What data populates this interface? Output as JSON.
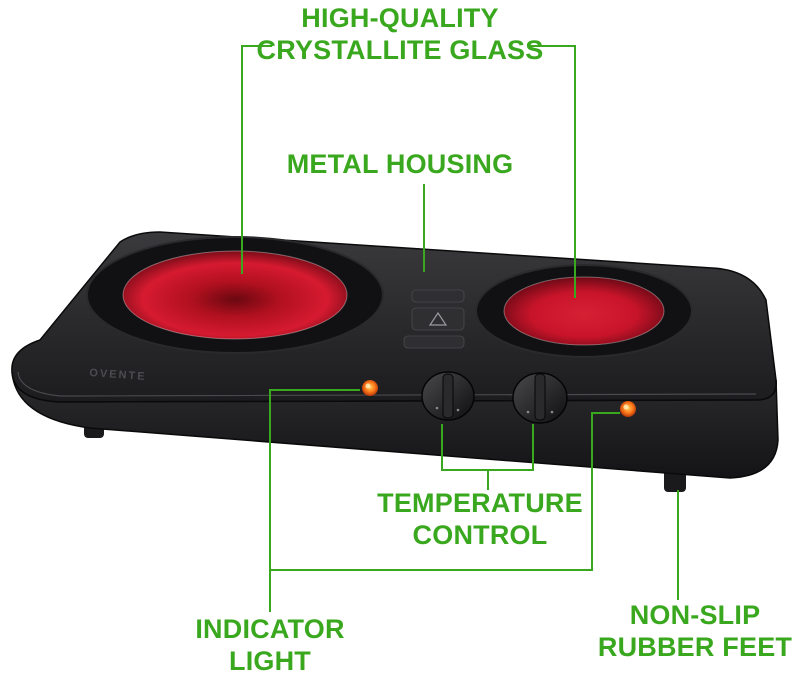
{
  "brand": {
    "logo_text": "OVENTE",
    "accent_color": "#3aa81e"
  },
  "callouts": {
    "glass": {
      "line1": "HIGH-QUALITY",
      "line2": "CRYSTALLITE GLASS"
    },
    "metal": {
      "line1": "METAL HOUSING"
    },
    "temperature": {
      "line1": "TEMPERATURE",
      "line2": "CONTROL"
    },
    "indicator": {
      "line1": "INDICATOR",
      "line2": "LIGHT"
    },
    "feet": {
      "line1": "NON-SLIP",
      "line2": "RUBBER FEET"
    }
  },
  "product": {
    "type": "double burner infrared cooktop",
    "body_color": "#1c1c1e",
    "burner_glow_color": "#c8142a",
    "indicator_color": "#ff7a1a"
  }
}
